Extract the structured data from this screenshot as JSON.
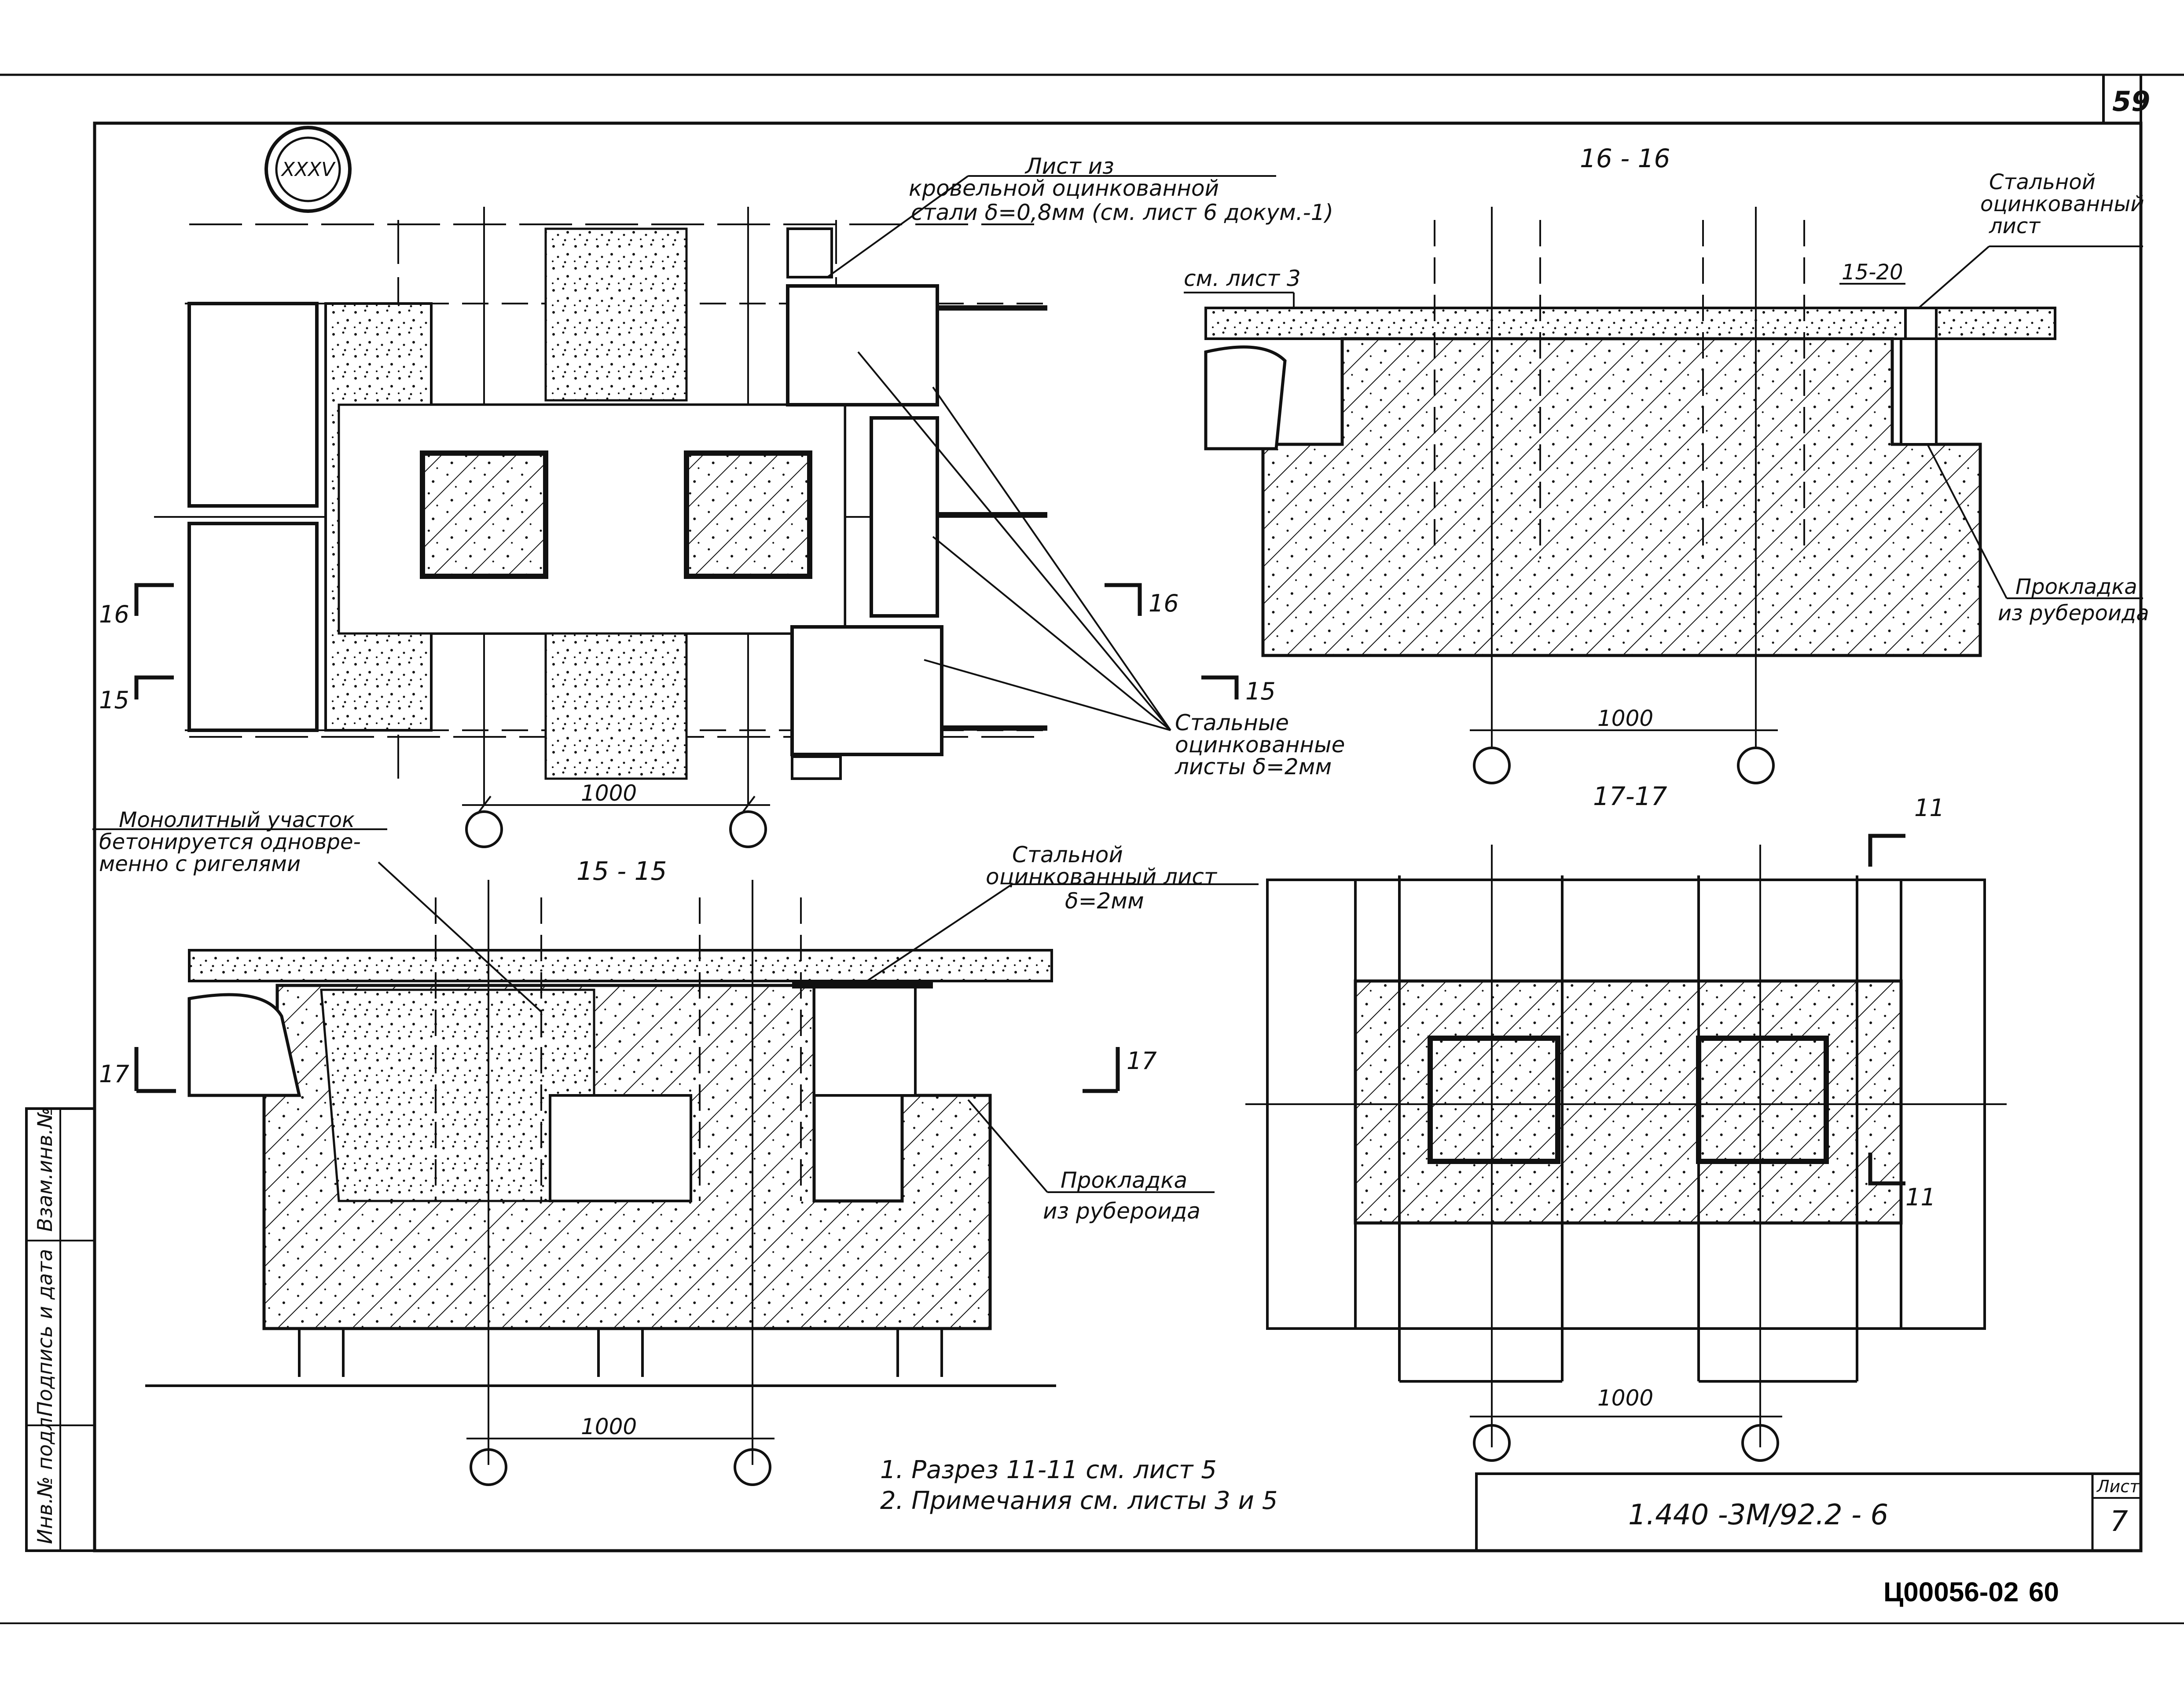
{
  "sheet": {
    "page_number": "59",
    "stamp": "XXXV",
    "designation": "1.440 -3М/92.2 - 6",
    "sheet_label": "Лист",
    "sheet_number": "7",
    "archive_code": "Ц00056-02",
    "archive_page": "60",
    "side_stamp_fields": [
      "Инв.№ подл.",
      "Подпись и дата",
      "Взам.инв.№"
    ]
  },
  "plan_view": {
    "callout_top": [
      "Лист из",
      "кровельной оцинкованной",
      "стали δ=0,8мм (см. лист 6 докум.-1)"
    ],
    "callout_right": [
      "Стальные",
      "оцинкованные",
      "листы δ=2мм"
    ],
    "section_marks": [
      "16",
      "15",
      "16",
      "15"
    ],
    "dimension": "1000"
  },
  "section_16": {
    "title": "16 - 16",
    "ref_note": "см. лист 3",
    "steel_sheet_note": [
      "Стальной",
      "оцинкованный",
      "лист"
    ],
    "gap_dim": "15-20",
    "gasket_note": [
      "Прокладка",
      "из рубероида"
    ],
    "dimension": "1000"
  },
  "section_15": {
    "title": "15 - 15",
    "monolithic_note": [
      "Монолитный участок",
      "бетонируется одновре-",
      "менно с ригелями"
    ],
    "steel_sheet_note": [
      "Стальной",
      "оцинкованный лист",
      "δ=2мм"
    ],
    "gasket_note": [
      "Прокладка",
      "из рубероида"
    ],
    "section_marks": [
      "17",
      "17"
    ],
    "dimension": "1000"
  },
  "section_17": {
    "title": "17-17",
    "section_marks": [
      "11",
      "11"
    ],
    "dimension": "1000"
  },
  "notes": [
    "1. Разрез 11-11 см. лист 5",
    "2. Примечания см. листы 3 и 5"
  ]
}
